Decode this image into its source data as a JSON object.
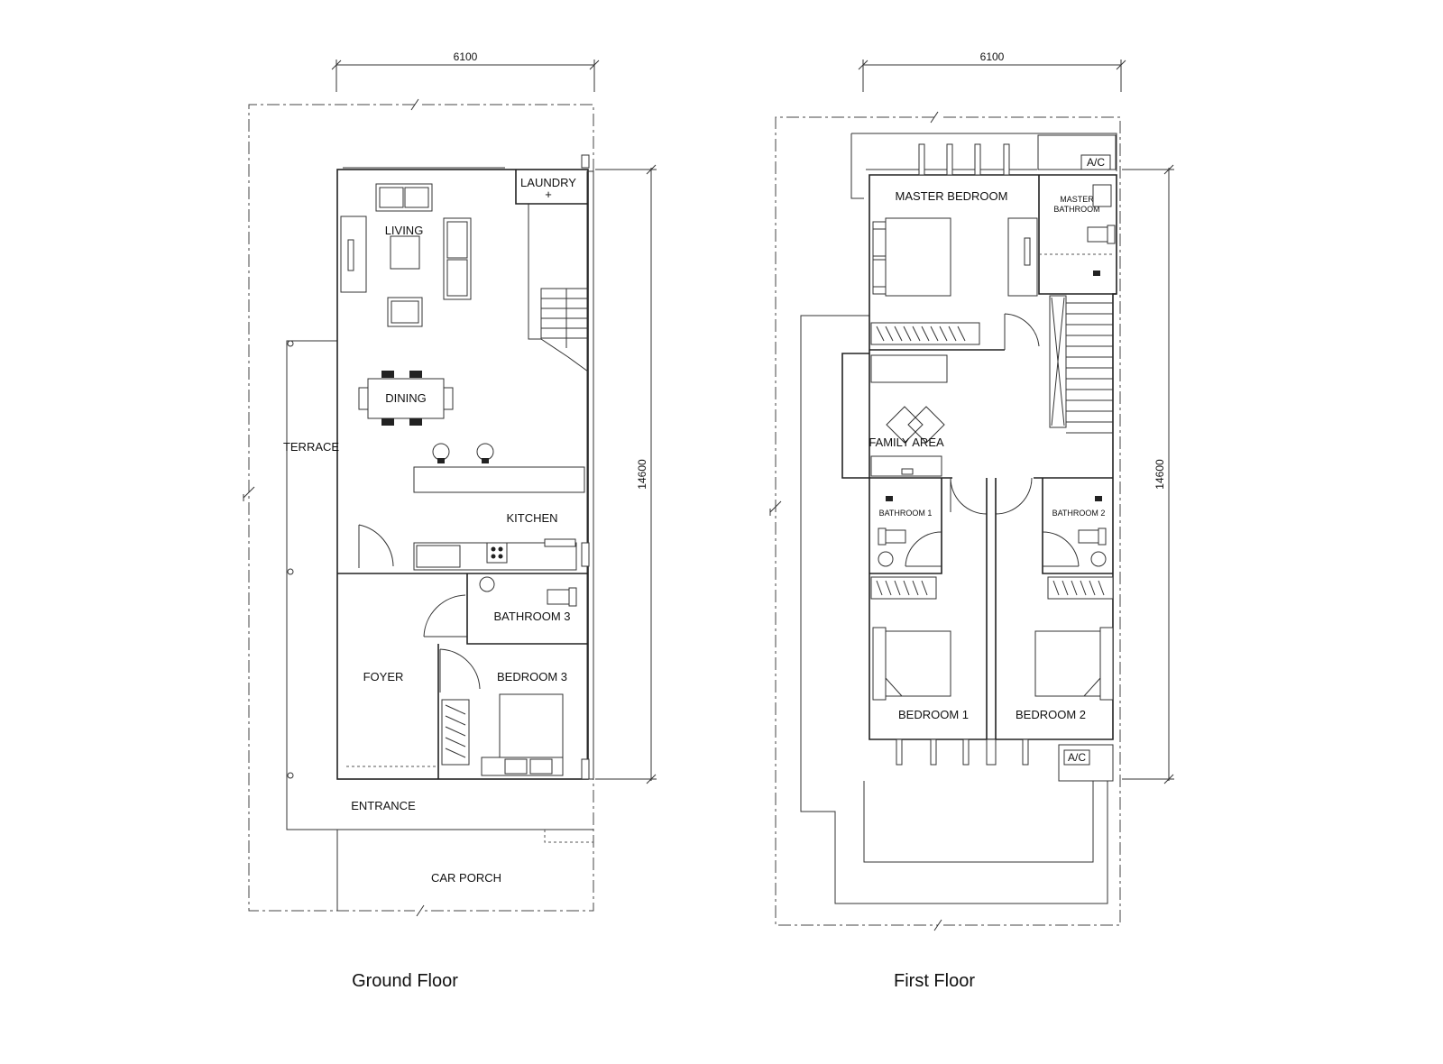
{
  "ground_floor": {
    "caption": "Ground Floor",
    "width_dim": "6100",
    "depth_dim": "14600",
    "rooms": {
      "laundry": "LAUNDRY",
      "living": "LIVING",
      "dining": "DINING",
      "terrace": "TERRACE",
      "kitchen": "KITCHEN",
      "bathroom3": "BATHROOM 3",
      "foyer": "FOYER",
      "bedroom3": "BEDROOM 3",
      "entrance": "ENTRANCE",
      "car_porch": "CAR PORCH"
    }
  },
  "first_floor": {
    "caption": "First Floor",
    "width_dim": "6100",
    "depth_dim": "14600",
    "rooms": {
      "master_bedroom": "MASTER BEDROOM",
      "master_bathroom_1": "MASTER",
      "master_bathroom_2": "BATHROOM",
      "family_area": "FAMILY AREA",
      "bathroom1": "BATHROOM 1",
      "bathroom2": "BATHROOM 2",
      "bedroom1": "BEDROOM 1",
      "bedroom2": "BEDROOM 2",
      "ac_top": "A/C",
      "ac_bottom": "A/C"
    }
  }
}
